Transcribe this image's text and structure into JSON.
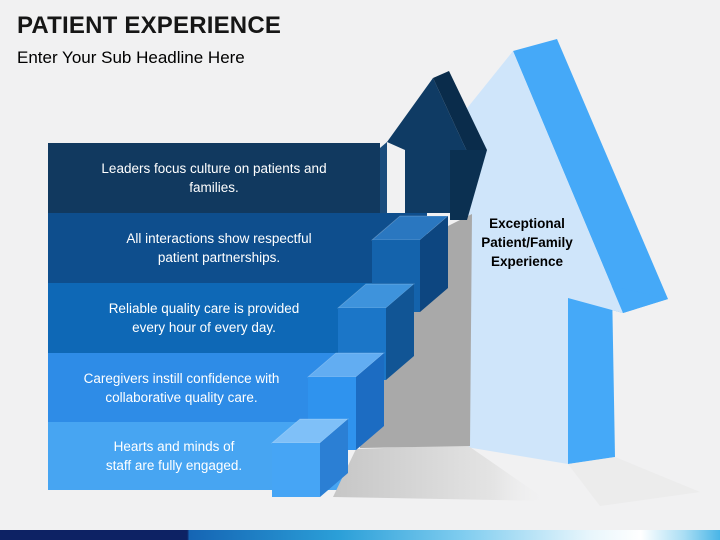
{
  "slide": {
    "title": "PATIENT EXPERIENCE",
    "subtitle": "Enter Your Sub Headline Here",
    "background_color": "#f1f1f2",
    "footer_bar_colors": {
      "navy": "#0d2264",
      "blue": "#1565b4",
      "sky": "#2b9fd8",
      "light": "#7eccef",
      "white": "#ffffff",
      "right_blue": "#49b5e7"
    }
  },
  "diagram": {
    "steps": [
      {
        "lines": [
          "Leaders focus culture on patients and",
          "families."
        ],
        "color": "#11395f"
      },
      {
        "lines": [
          "All interactions show respectful",
          "patient partnerships."
        ],
        "color": "#0e4e8d"
      },
      {
        "lines": [
          "Reliable quality care is provided",
          "every hour of every day."
        ],
        "color": "#0e68b6"
      },
      {
        "lines": [
          "Caregivers instill confidence with",
          "collaborative quality care."
        ],
        "color": "#2e8ce7"
      },
      {
        "lines": [
          "Hearts and minds of",
          "staff are fully engaged."
        ],
        "color": "#47a5f2"
      }
    ],
    "goal": {
      "lines": [
        "Exceptional",
        "Patient/Family",
        "Experience"
      ]
    },
    "colors": {
      "light_arrow_face": "#cfe5fa",
      "light_arrow_side": "#45a9f8",
      "dark_arrow_face": "#0f3b64",
      "dark_arrow_side": "#0a2c4b",
      "wall": "#a9a9a9"
    }
  }
}
